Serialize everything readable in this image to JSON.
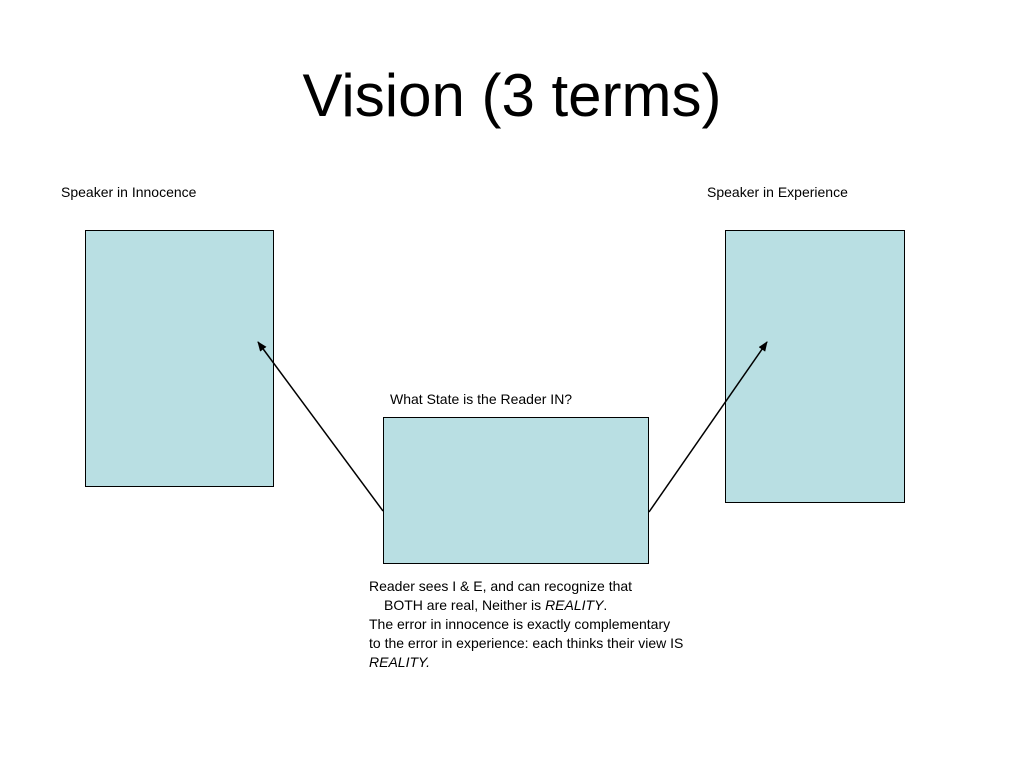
{
  "slide": {
    "title": "Vision (3 terms)"
  },
  "diagram": {
    "left_label": "Speaker in Innocence",
    "right_label": "Speaker in Experience",
    "center_question": "What State is the Reader IN?",
    "box_fill": "#b9dfe3",
    "box_border": "#000000",
    "arrow_color": "#000000"
  },
  "note": {
    "line1": "Reader sees I & E, and can recognize that",
    "line2_prefix": "BOTH are real, Neither is ",
    "line2_em": "REALITY",
    "line2_suffix": ".",
    "line3": "The error in innocence is exactly complementary",
    "line4": "to the error in experience: each thinks their view IS",
    "line5_em": "REALITY."
  }
}
